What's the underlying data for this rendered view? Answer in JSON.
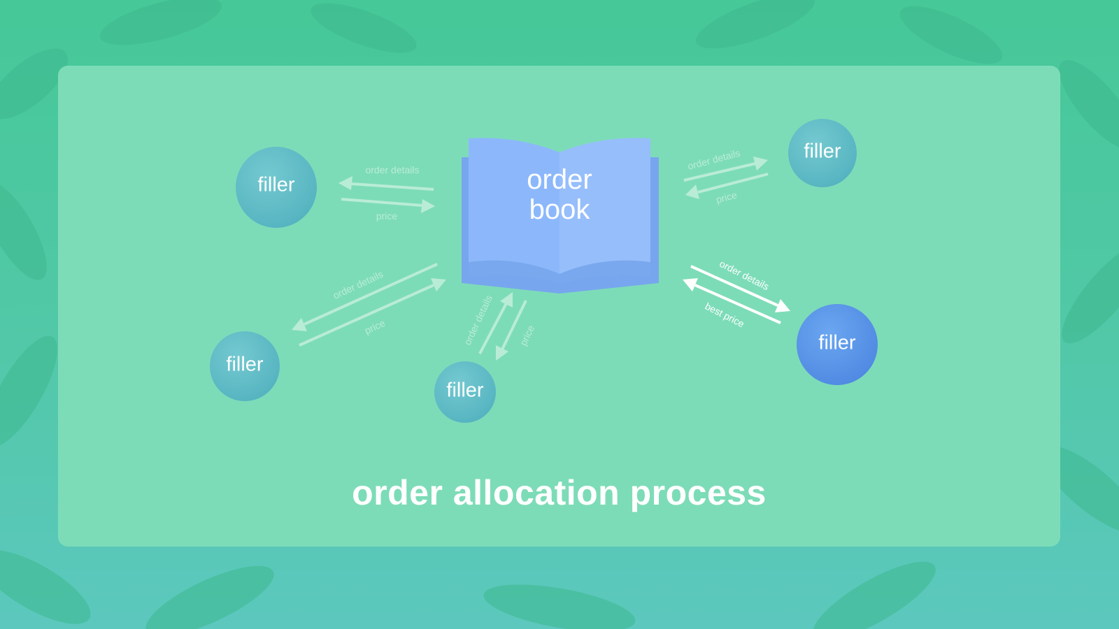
{
  "diagram": {
    "title": "order allocation process",
    "center": {
      "line1": "order",
      "line2": "book"
    },
    "nodes": [
      {
        "label": "filler"
      },
      {
        "label": "filler"
      },
      {
        "label": "filler"
      },
      {
        "label": "filler"
      },
      {
        "label": "filler"
      }
    ],
    "edges": [
      {
        "request": "order details",
        "response": "price"
      },
      {
        "request": "order details",
        "response": "price"
      },
      {
        "request": "order details",
        "response": "price"
      },
      {
        "request": "order details",
        "response": "price"
      },
      {
        "request": "order details",
        "response": "best price"
      }
    ]
  },
  "colors": {
    "background": "#46c898",
    "card": "#7ddcb8",
    "node_fill": "#5ec0c4",
    "node_highlight": "#5b96ea",
    "book": "#8ab6fb",
    "arrow_faded": "#b9ecd6",
    "arrow_active": "#ffffff"
  }
}
